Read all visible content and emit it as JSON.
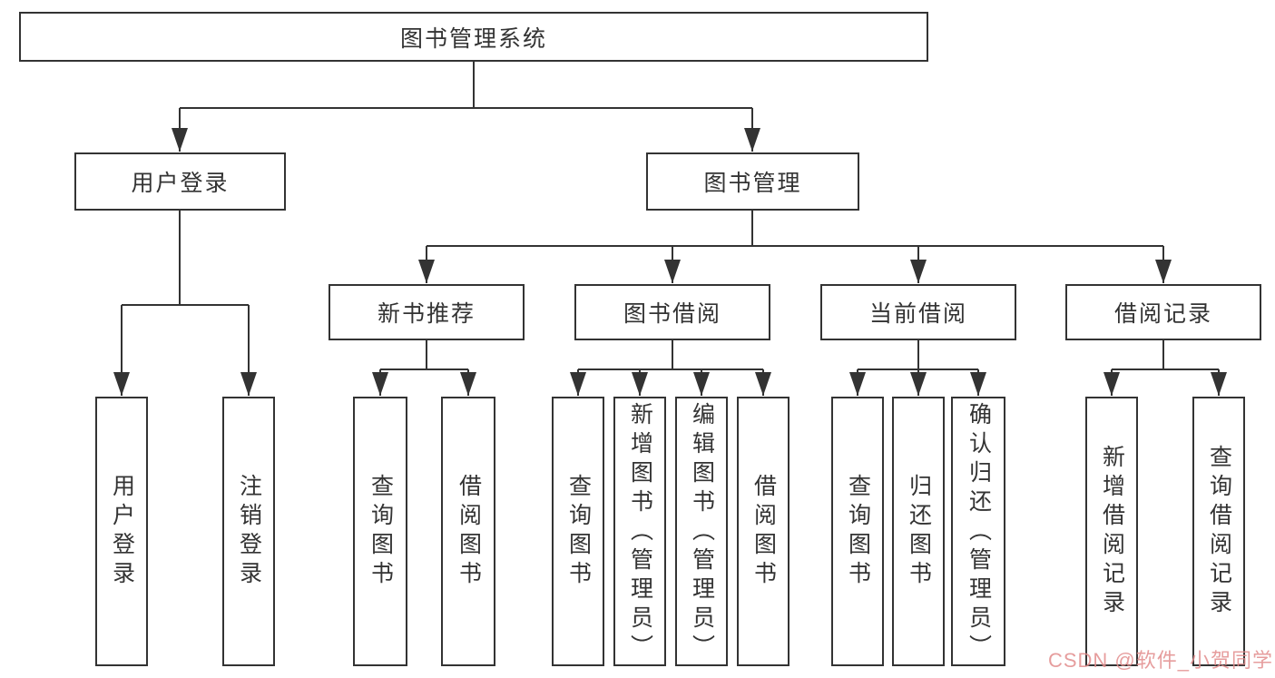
{
  "diagram": {
    "root": {
      "label": "图书管理系统"
    },
    "level2": {
      "user_login": {
        "label": "用户登录"
      },
      "book_management": {
        "label": "图书管理"
      }
    },
    "level3": {
      "new_book": {
        "label": "新书推荐"
      },
      "book_borrow": {
        "label": "图书借阅"
      },
      "current_borrow": {
        "label": "当前借阅"
      },
      "borrow_record": {
        "label": "借阅记录"
      }
    },
    "level4": {
      "user_login": [
        "用户登录",
        "注销登录"
      ],
      "new_book": [
        "查询图书",
        "借阅图书"
      ],
      "book_borrow": [
        "查询图书",
        "新增图书（管理员）",
        "编辑图书（管理员）",
        "借阅图书"
      ],
      "current_borrow": [
        "查询图书",
        "归还图书",
        "确认归还（管理员）"
      ],
      "borrow_record": [
        "新增借阅记录",
        "查询借阅记录"
      ]
    }
  },
  "watermark": {
    "text": "CSDN @软件_小贺同学"
  },
  "colors": {
    "line": "#333333",
    "box_border": "#333333",
    "text": "#333333",
    "watermark": "#e28c8c",
    "background": "#ffffff"
  }
}
